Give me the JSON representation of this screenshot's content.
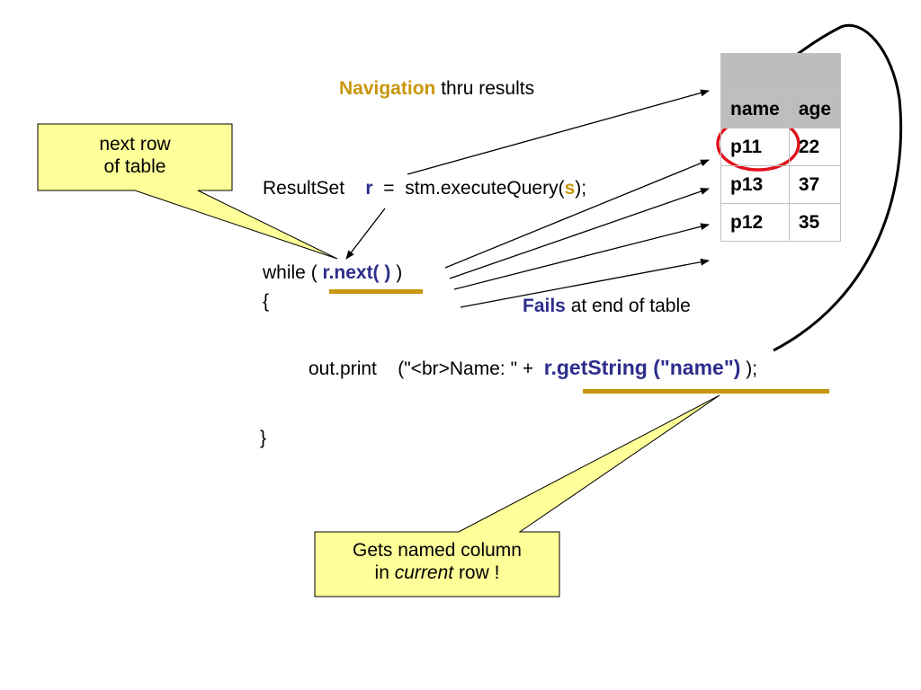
{
  "slide": {
    "navigation_word": "Navigation",
    "navigation_rest": "thru results",
    "fails_word": "Fails",
    "fails_rest": "at end of table",
    "code": {
      "resultset_kw": "ResultSet",
      "var_r": "r",
      "equals": "=",
      "execute_prefix": "stm.executeQuery(",
      "execute_arg": "s",
      "execute_suffix": ");",
      "while_prefix": "while (",
      "next_call": "r.next( )",
      "while_suffix": ")",
      "open_brace": "{",
      "print_prefix": "out.print",
      "print_arg": "(\"<br>Name: \" +",
      "getstring_call": "r.getString (\"name\")",
      "print_suffix": ");",
      "close_brace": "}"
    },
    "callout_next": {
      "line1": "next row",
      "line2": "of table"
    },
    "callout_getstring": {
      "line1": "Gets named column",
      "line2_pre": "in",
      "line2_em": "current",
      "line2_post": "row !"
    },
    "table": {
      "columns": [
        "name",
        "age"
      ],
      "rows": [
        {
          "name": "p11",
          "age": "22"
        },
        {
          "name": "p13",
          "age": "37"
        },
        {
          "name": "p12",
          "age": "35"
        }
      ]
    },
    "colors": {
      "callout_fill": "#ffff99",
      "accent_gold": "#c8960a",
      "accent_blue": "#2d2d8c",
      "highlight_circle": "#e0101a",
      "table_header": "#bdbdbd"
    }
  }
}
